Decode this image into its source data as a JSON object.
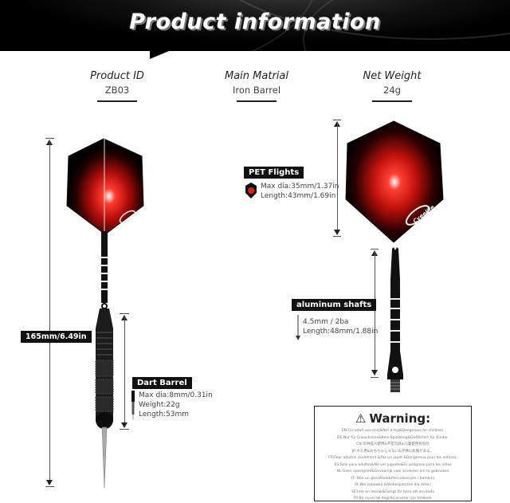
{
  "header": {
    "title": "Product information"
  },
  "specs": [
    {
      "label": "Product ID",
      "value": "ZB03"
    },
    {
      "label": "Main Matrial",
      "value": "Iron Barrel"
    },
    {
      "label": "Net Weight",
      "value": "24g"
    }
  ],
  "dart": {
    "total_length_label": "165mm/6.49in",
    "barrel": {
      "title": "Dart Barrel",
      "lines": [
        "Max dia:8mm/0.31in",
        "Weight:22g",
        "Length:53mm"
      ]
    }
  },
  "flights": {
    "title": "PET Flights",
    "lines": [
      "Max dia:35mm/1.37in",
      "Length:43mm/1.69in"
    ],
    "brand": "Cyeelife"
  },
  "shafts": {
    "title": "aluminum shafts",
    "lines": [
      "4.5mm / 2ba",
      "Length:48mm/1.88in"
    ]
  },
  "warning": {
    "icon": "warning-triangle-icon",
    "title": "Warning:",
    "lines": [
      "EN:For adult use only&Not a toy&Dangerous for children.",
      "DE:Nur für Erwachsene&Kein Spielzeug&Gefährlich für Kinder.",
      "CN:仅供成人使用&不是玩具&儿童使用有危险",
      "JP:大人用&おもちゃじゃない&子供に危険がある。",
      "FR:Pour adultes seulement &Pas un jouet &Dangereux pour les enfants.",
      "ES:Solo para adultos&No ver juguete&Es peligroso para los niños",
      "NL:Geen speelgoed&Gevaarlijk voor kinderen om te gebruiken",
      "IT: Non un giocattolo&Pericoloso per i bambini",
      "PL:Nie zabawka &Niebezpieczne dla dzieci",
      "SE:Inte en leksak&Farligt för barn att använda",
      "TR:Bir oyuncak değil&Çocuklar için tehlikeli."
    ]
  },
  "colors": {
    "banner_bg": "#000000",
    "flight_red": "#e0201a",
    "tag_bg": "#111111"
  }
}
